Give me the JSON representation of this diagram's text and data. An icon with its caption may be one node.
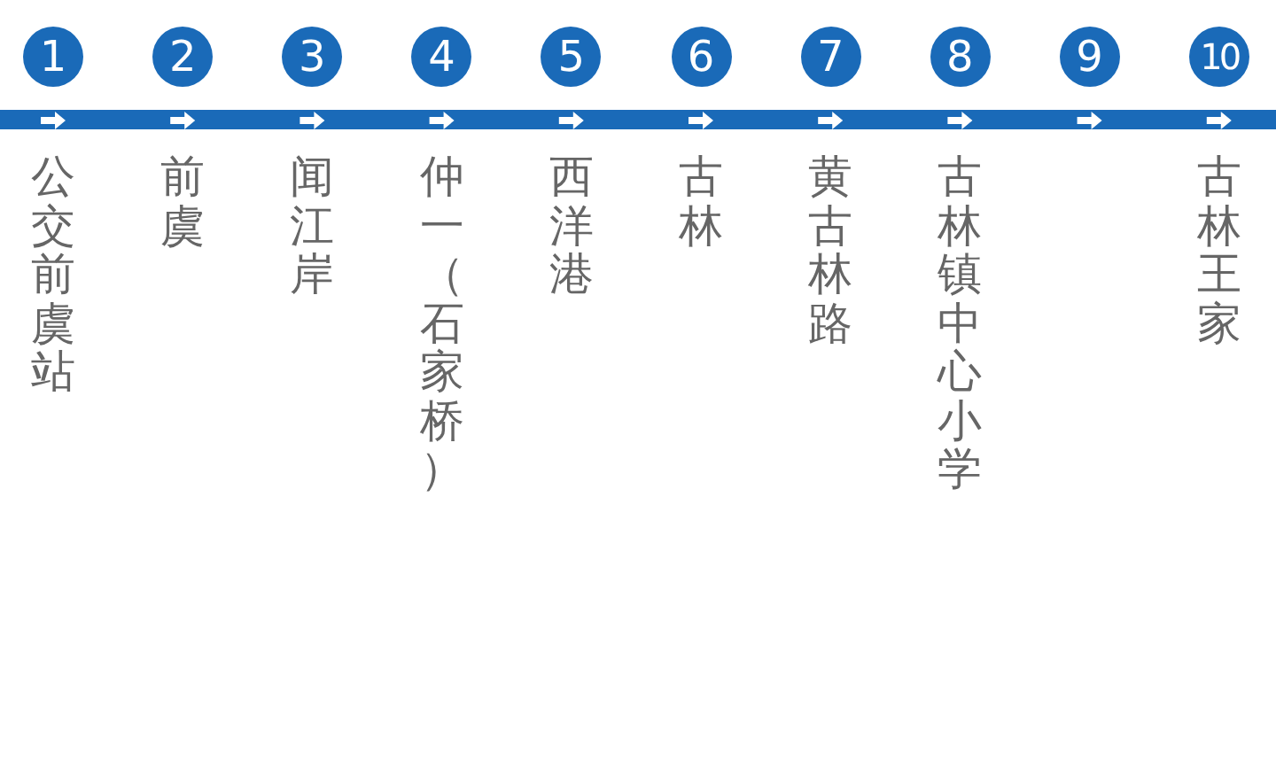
{
  "diagram": {
    "nodes": [
      {
        "text": [
          "1"
        ],
        "beside": [
          "公交前虞站"
        ]
      },
      {
        "text": [
          "2"
        ],
        "beside": [
          "前虞"
        ]
      },
      {
        "text": [
          "3"
        ],
        "beside": [
          "闻江岸"
        ]
      },
      {
        "text": [
          "4"
        ],
        "beside": [
          "仲一（石家桥）"
        ]
      },
      {
        "text": [
          "5"
        ],
        "beside": [
          "西洋港"
        ]
      },
      {
        "text": [
          "6"
        ],
        "beside": [
          "古林"
        ]
      },
      {
        "text": [
          "7"
        ],
        "beside": [
          "黄古林路"
        ]
      },
      {
        "text": [
          "8"
        ],
        "beside": [
          "古林镇中心小学"
        ]
      },
      {
        "text": [
          "9"
        ]
      },
      {
        "text": [
          "10"
        ],
        "beside": [
          "古林王家"
        ]
      }
    ]
  }
}
